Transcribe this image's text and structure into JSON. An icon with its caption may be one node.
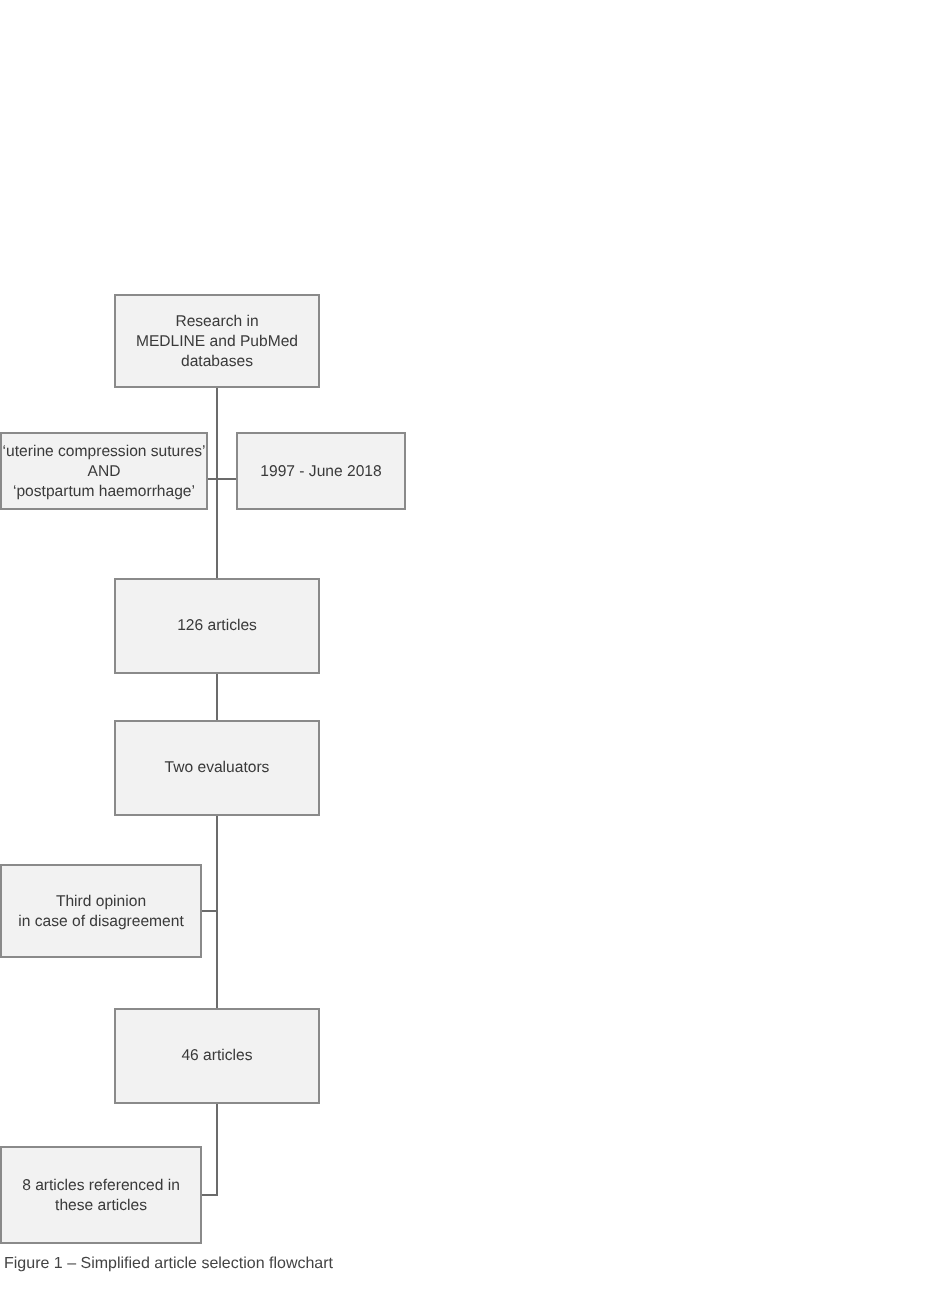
{
  "diagram": {
    "caption": "Figure 1 – Simplified article selection flowchart",
    "nodes": [
      {
        "text": [
          "Research in MEDLINE and PubMed databases"
        ]
      },
      {
        "text": [
          "‘uterine compression sutures’ AND ‘postpartum haemorrhage’"
        ]
      },
      {
        "text": [
          "1997 - June 2018"
        ]
      },
      {
        "text": [
          "126 articles"
        ]
      },
      {
        "text": [
          "Two evaluators"
        ]
      },
      {
        "text": [
          "Third opinion in case of disagreement"
        ]
      },
      {
        "text": [
          "46 articles"
        ]
      },
      {
        "text": [
          "8 articles referenced in these articles"
        ]
      }
    ],
    "edges": [
      {
        "from": 0,
        "to": 3,
        "arrow": "none"
      },
      {
        "from": 1,
        "to": 3,
        "arrow": "none"
      },
      {
        "from": 2,
        "to": 3,
        "arrow": "none"
      },
      {
        "from": 3,
        "to": 4,
        "arrow": "none"
      },
      {
        "from": 4,
        "to": 6,
        "arrow": "none"
      },
      {
        "from": 5,
        "to": 6,
        "arrow": "none"
      },
      {
        "from": 6,
        "to": 7,
        "arrow": "none"
      }
    ]
  }
}
